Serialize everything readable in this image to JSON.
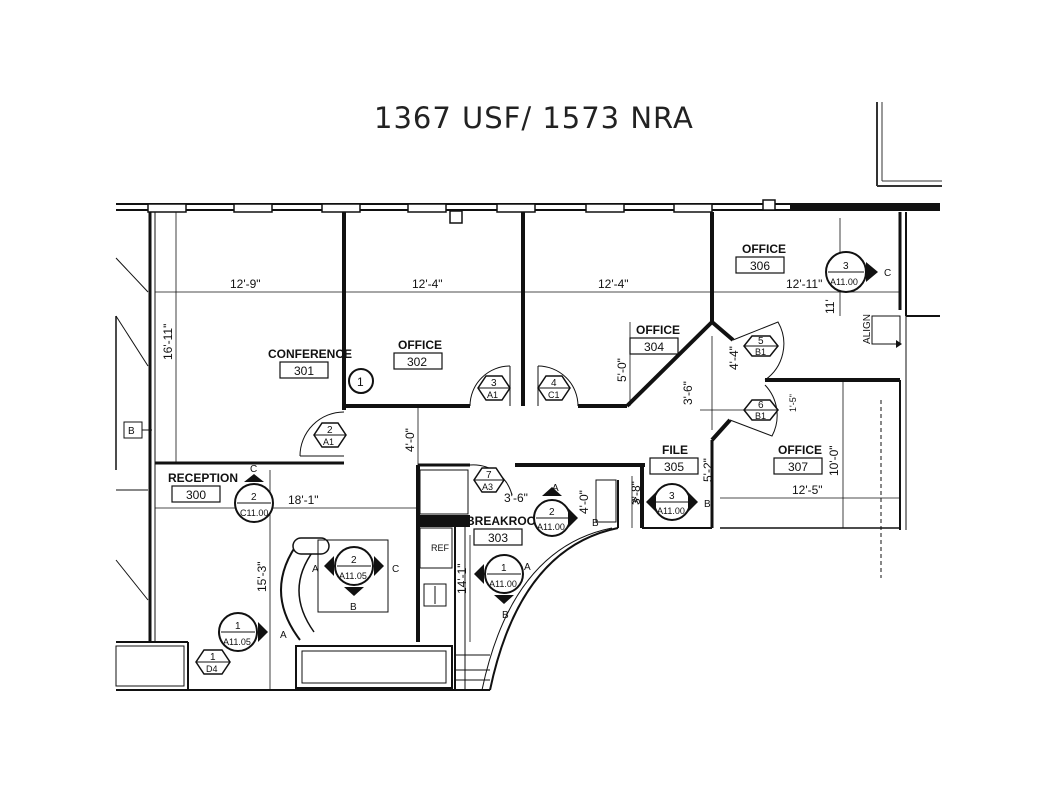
{
  "title": "1367 USF/  1573 NRA",
  "rooms": [
    {
      "name": "CONFERENCE",
      "number": "301"
    },
    {
      "name": "OFFICE",
      "number": "302"
    },
    {
      "name": "OFFICE",
      "number": "304"
    },
    {
      "name": "OFFICE",
      "number": "306"
    },
    {
      "name": "OFFICE",
      "number": "307"
    },
    {
      "name": "FILE",
      "number": "305"
    },
    {
      "name": "BREAKROOM",
      "number": "303"
    },
    {
      "name": "RECEPTION",
      "number": "300"
    }
  ],
  "dimensions": [
    "12'-9\"",
    "12'-4\"",
    "12'-4\"",
    "12'-11\"",
    "16'-11\"",
    "5'-0\"",
    "4'-4\"",
    "3'-6\"",
    "4'-0\"",
    "18'-1\"",
    "3'-6\"",
    "4'-0\"",
    "15'-3\"",
    "14'-1\"",
    "10'-0\"",
    "12'-5\"",
    "11'",
    "3'-8\"",
    "5'-2\"",
    "1'-5\""
  ],
  "tags": [
    {
      "top": "3",
      "bottom": "A11.00"
    },
    {
      "top": "5",
      "bottom": "B1"
    },
    {
      "top": "6",
      "bottom": "B1"
    },
    {
      "top": "3",
      "bottom": "A1"
    },
    {
      "top": "4",
      "bottom": "C1"
    },
    {
      "top": "2",
      "bottom": "A1"
    },
    {
      "top": "7",
      "bottom": "A3"
    },
    {
      "top": "2",
      "bottom": "A11.00"
    },
    {
      "top": "3",
      "bottom": "A11.00"
    },
    {
      "top": "2",
      "bottom": "C11.00"
    },
    {
      "top": "2",
      "bottom": "A11.05"
    },
    {
      "top": "1",
      "bottom": "A11.00"
    },
    {
      "top": "1",
      "bottom": "A11.05"
    },
    {
      "top": "1",
      "bottom": "D4"
    }
  ],
  "markers": {
    "grid": "1",
    "b_tag": "B",
    "align": "ALIGN",
    "ref": "REF"
  },
  "letters": [
    "A",
    "B",
    "C"
  ]
}
